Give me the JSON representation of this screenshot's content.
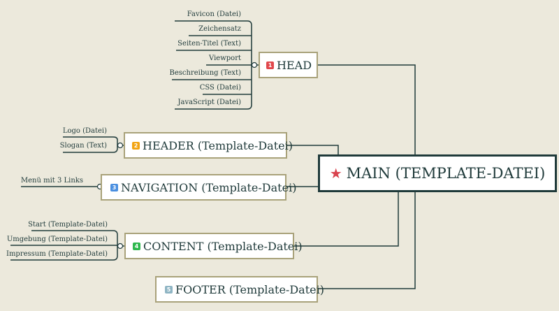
{
  "main": {
    "label": "MAIN (TEMPLATE-DATEI)",
    "icon": "star-icon",
    "icon_color": "#d9434e"
  },
  "branches": {
    "head": {
      "number": "1",
      "label": "HEAD",
      "color": "#e0474c",
      "children": [
        "Favicon (Datei)",
        "Zeichensatz",
        "Seiten-Titel (Text)",
        "Viewport",
        "Beschreibung (Text)",
        "CSS (Datei)",
        "JavaScript (Datei)"
      ]
    },
    "header": {
      "number": "2",
      "label": "HEADER (Template-Datei)",
      "color": "#f2a413",
      "children": [
        "Logo (Datei)",
        "Slogan (Text)"
      ]
    },
    "navigation": {
      "number": "3",
      "label": "NAVIGATION (Template-Datei)",
      "color": "#4a8fe0",
      "children": [
        "Menü mit 3 Links"
      ]
    },
    "content": {
      "number": "4",
      "label": "CONTENT (Template-Datei)",
      "color": "#2eb84e",
      "children": [
        "Start (Template-Datei)",
        "Umgebung (Template-Datei)",
        "Impressum (Template-Datei)"
      ]
    },
    "footer": {
      "number": "5",
      "label": "FOOTER (Template-Datei)",
      "color": "#8fb5c4",
      "children": []
    }
  },
  "colors": {
    "background": "#ece9dc",
    "line": "#1f3a3a",
    "node_border": "#a9a27a"
  }
}
